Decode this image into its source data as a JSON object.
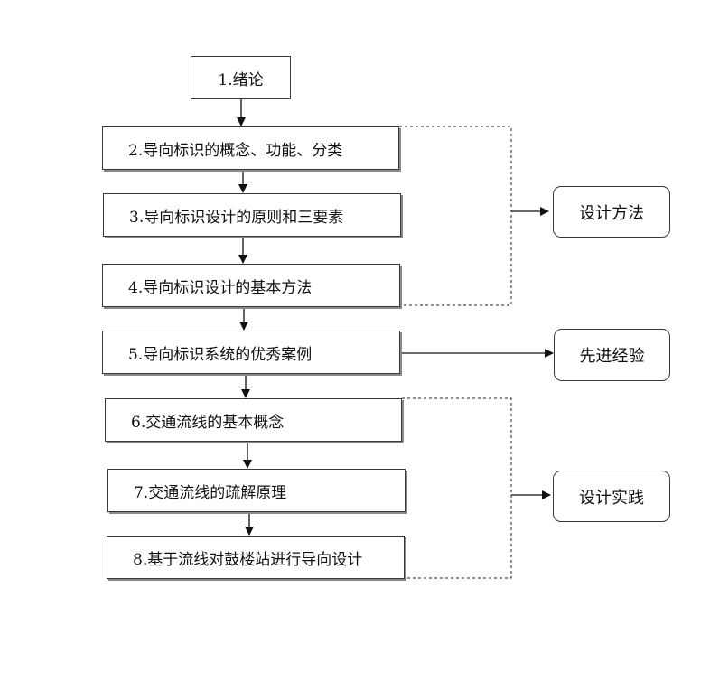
{
  "steps": [
    {
      "label": "1.绪论"
    },
    {
      "label": "2.导向标识的概念、功能、分类"
    },
    {
      "label": "3.导向标识设计的原则和三要素"
    },
    {
      "label": "4.导向标识设计的基本方法"
    },
    {
      "label": "5.导向标识系统的优秀案例"
    },
    {
      "label": "6.交通流线的基本概念"
    },
    {
      "label": "7.交通流线的疏解原理"
    },
    {
      "label": "8.基于流线对鼓楼站进行导向设计"
    }
  ],
  "categories": [
    {
      "label": "设计方法"
    },
    {
      "label": "先进经验"
    },
    {
      "label": "设计实践"
    }
  ],
  "colors": {
    "line": "#111111",
    "border": "#3a3a3a",
    "shadow": "#8a8a8a"
  }
}
